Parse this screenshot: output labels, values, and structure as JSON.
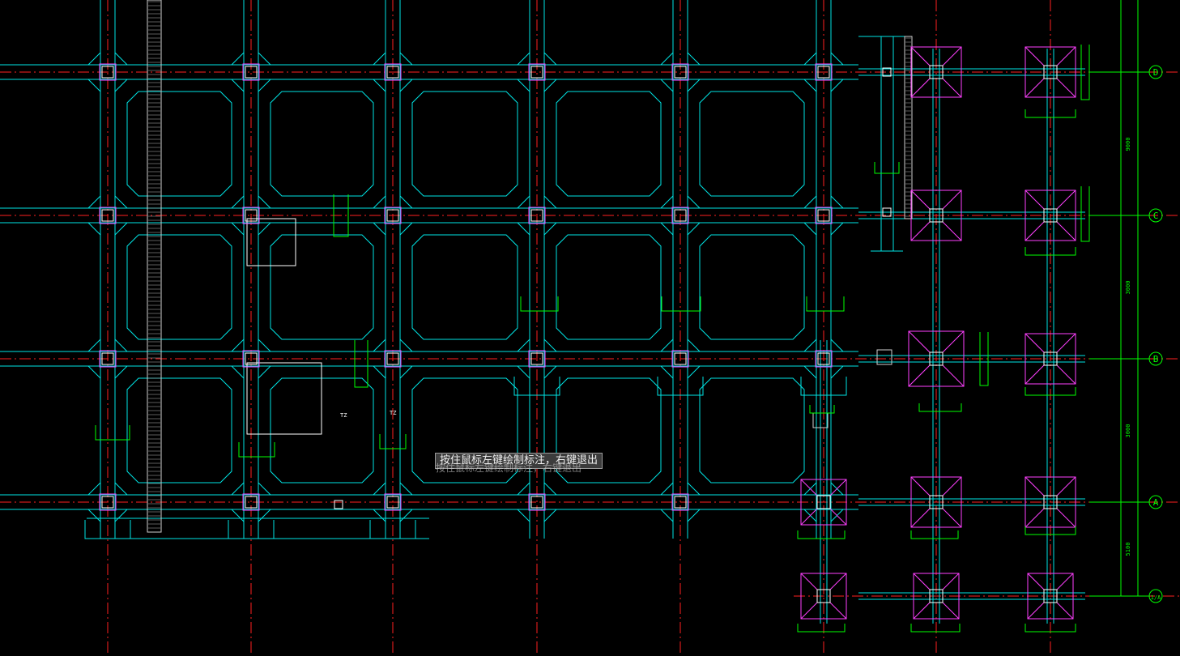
{
  "command_prompt": "按住鼠标左键绘制标注，右键退出",
  "axes": {
    "rows": [
      {
        "label": "D"
      },
      {
        "label": "C"
      },
      {
        "label": "B"
      },
      {
        "label": "A"
      },
      {
        "label": "1/A"
      }
    ],
    "right_dims": [
      "9000",
      "3000",
      "3000",
      "5100"
    ]
  },
  "cursor_grips": [
    "TZ",
    "TZ"
  ],
  "colors": {
    "background": "#000000",
    "beam": "#00e5e5",
    "axis": "#ff2020",
    "column": "#ff40ff",
    "dim": "#00ff00",
    "footing": "#ff40ff",
    "text_white": "#ffffff",
    "tooltip_bg": "#3c3c3c"
  }
}
